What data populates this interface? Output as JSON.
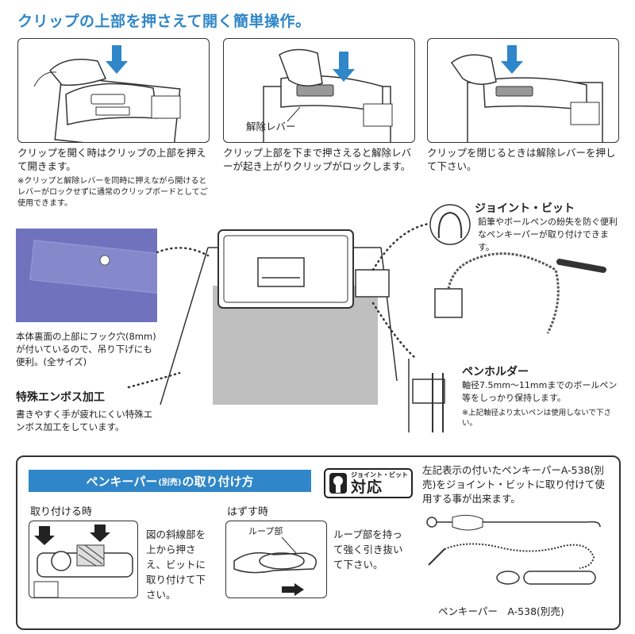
{
  "headline": "クリップの上部を押さえて開く簡単操作。",
  "steps": [
    {
      "desc": "クリップを開く時はクリップの上部を押えて開きます。"
    },
    {
      "desc": "クリップ上部を下まで押さえると解除レバーが起き上がりクリップがロックします。",
      "callout": "解除レバー"
    },
    {
      "desc": "クリップを閉じるときは解除レバーを押して下さい。"
    }
  ],
  "step1_note": "※クリップと解除レバーを同時に押えながら開けるとレバーがロックせずに通常のクリップボードとしてご使用できます。",
  "back_hole": {
    "desc": "本体裏面の上部にフック穴(8mm)が付いているので、吊り下げにも便利。(全サイズ)"
  },
  "emboss": {
    "title": "特殊エンボス加工",
    "desc": "書きやすく手が疲れにくい特殊エンボス加工をしています。"
  },
  "joint_bit": {
    "title": "ジョイント・ビット",
    "desc": "鉛筆やボールペンの紛失を防ぐ便利なペンキーパーが取り付けできます。"
  },
  "pen_holder": {
    "title": "ペンホルダー",
    "desc": "軸径7.5mm～11mmまでのボールペン等をしっかり保持します。",
    "note": "※上記軸径より太いペンは使用しないで下さい。"
  },
  "bottom": {
    "bar_title_a": "ペンキーパー",
    "bar_title_sub": "(別売)",
    "bar_title_b": "の取り付け方",
    "badge_top": "ジョイント・ビット",
    "badge_main": "対応",
    "right_desc": "左記表示の付いたペンキーパーA-538(別売)をジョイント・ビットに取り付けて使用する事が出来ます。",
    "attach_label": "取り付ける時",
    "attach_desc": "図の斜線部を上から押さえ、ビットに取り付けて下さい。",
    "detach_label": "はずす時",
    "loop_label": "ループ部",
    "detach_desc": "ループ部を持って強く引き抜いて下さい。",
    "product_caption": "ペンキーパー　A-538(別売)"
  },
  "colors": {
    "accent": "#2f86c8",
    "board_purple": "#6e6fb8",
    "emboss_gray": "#bfbfbf"
  }
}
